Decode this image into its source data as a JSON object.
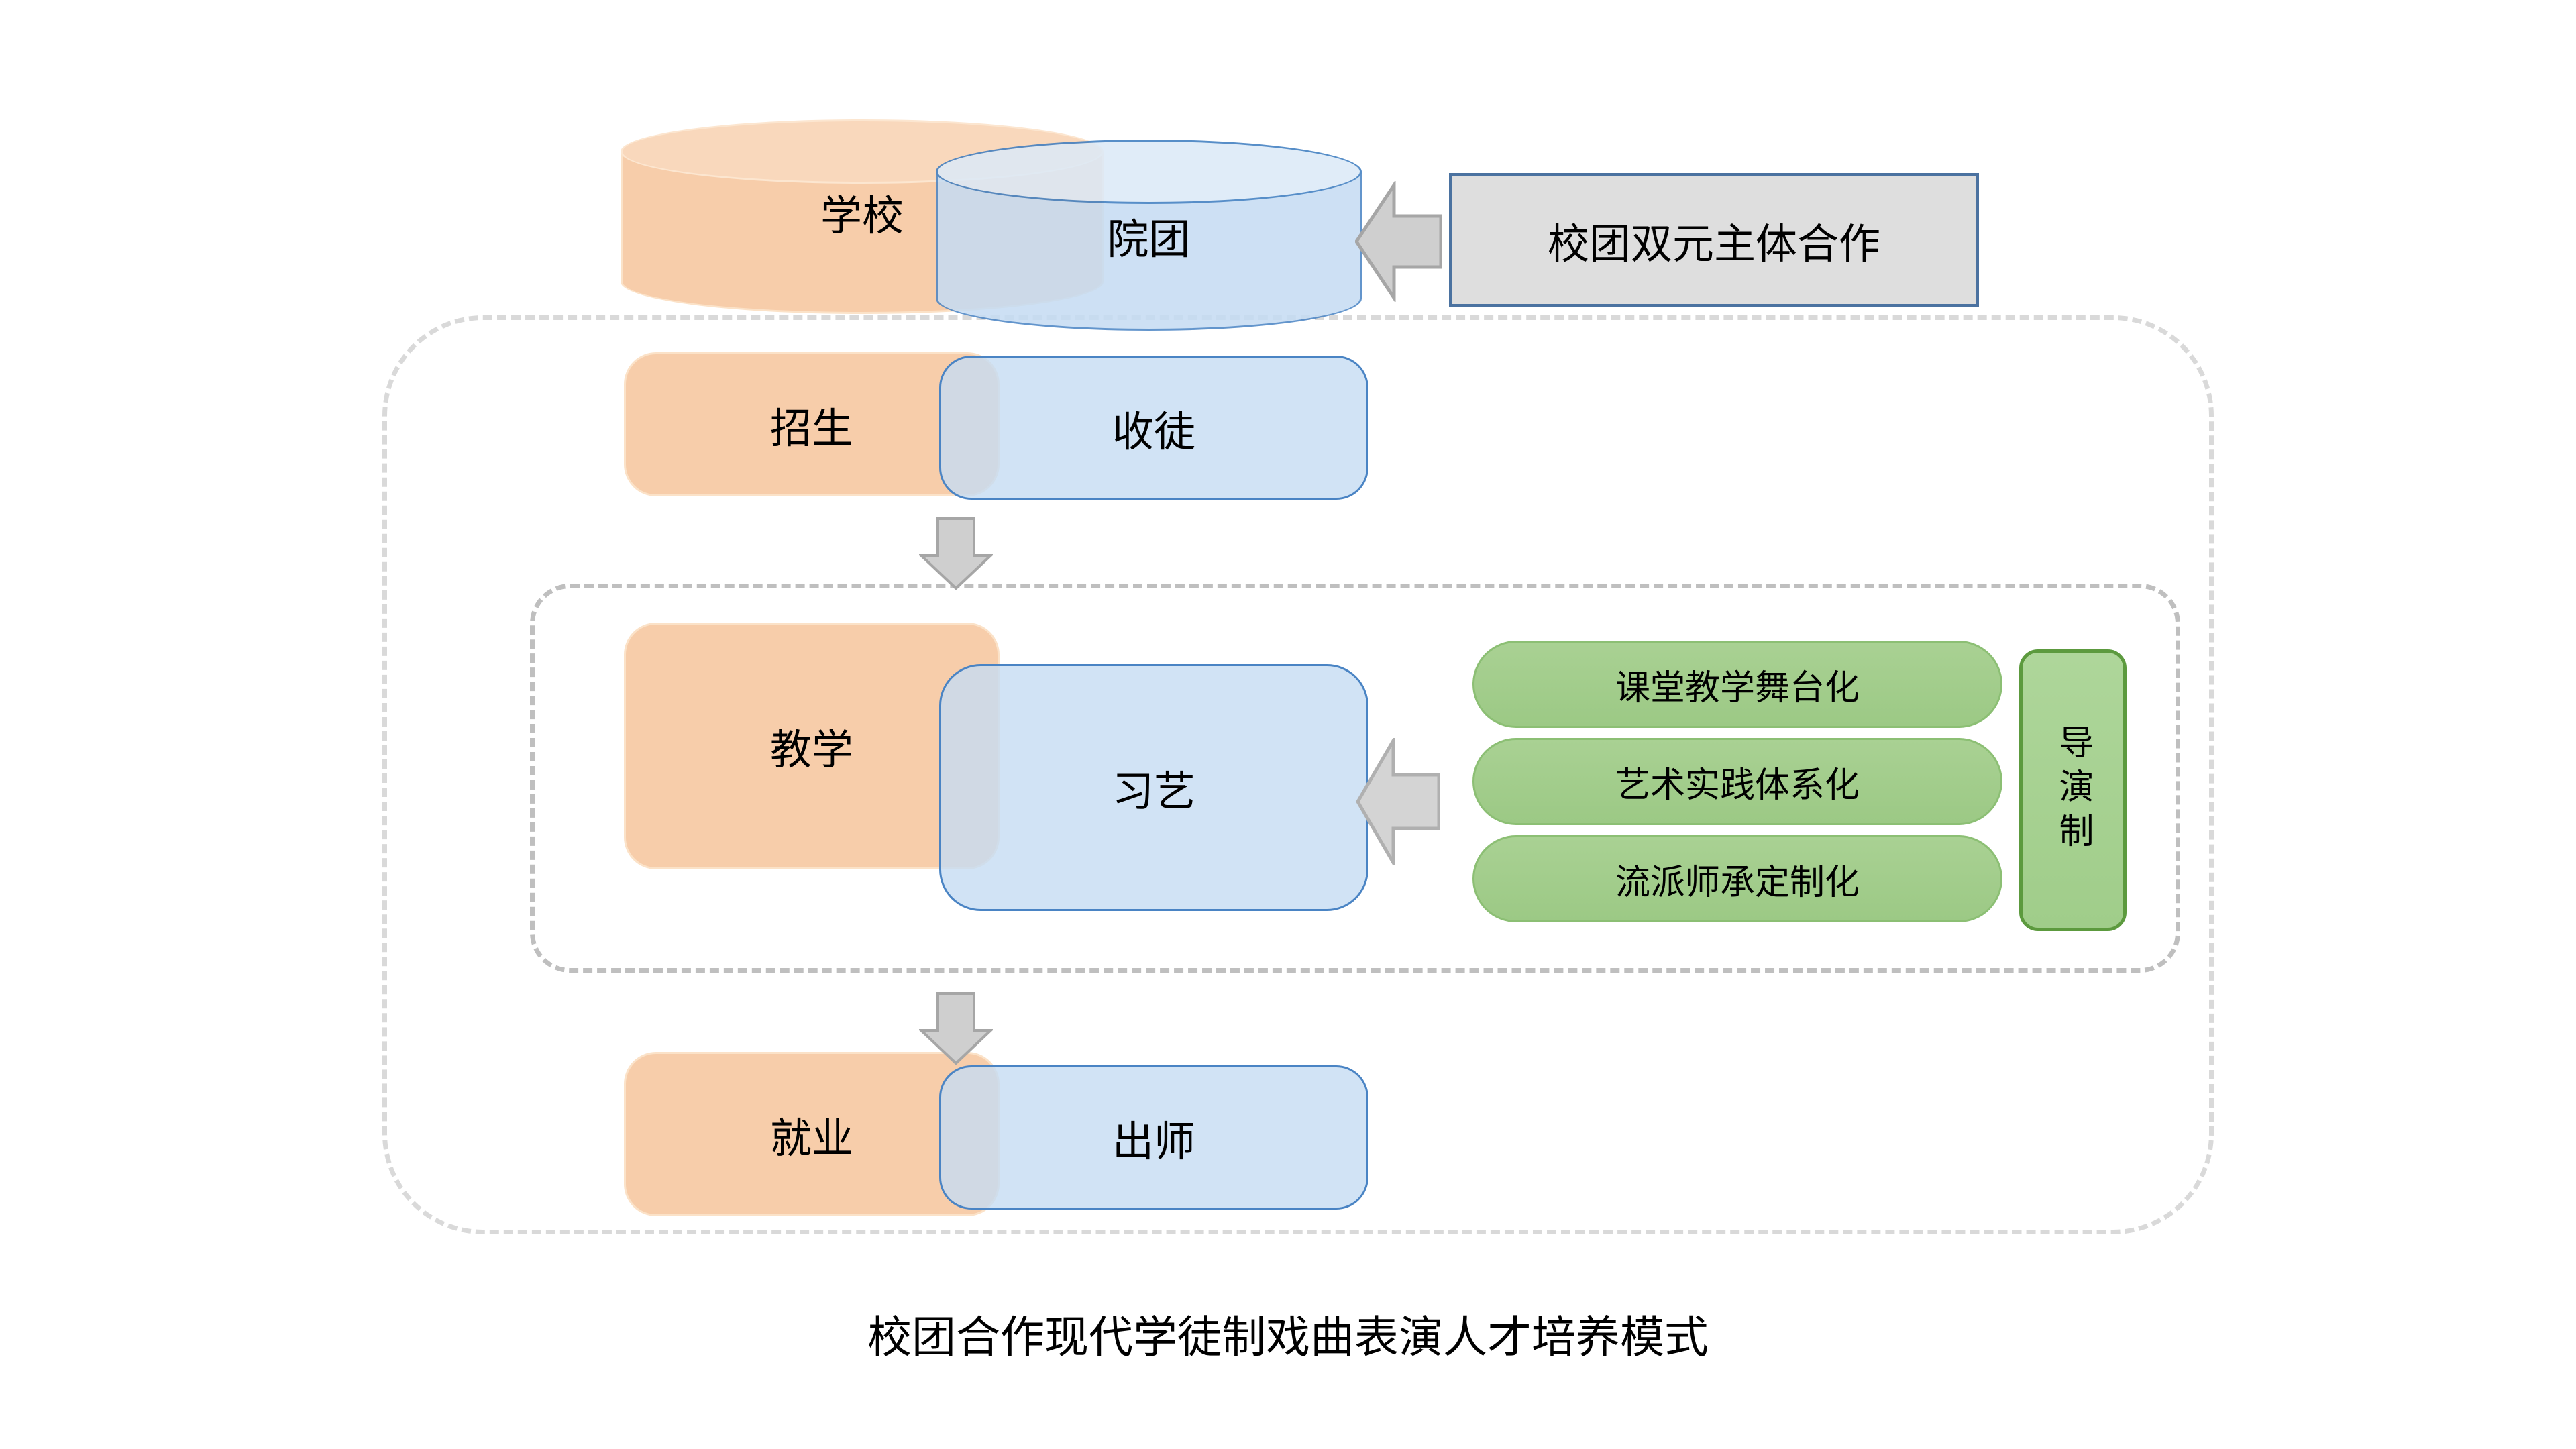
{
  "diagram": {
    "caption": "校团合作现代学徒制戏曲表演人才培养模式",
    "colors": {
      "orange_fill": "#F7CDAA",
      "orange_stroke": "#FBE2C8",
      "blue_fill": "#C5DCF3",
      "blue_stroke": "#4A84C4",
      "blue_top": "#DCEAF8",
      "overlap": "#C3D1E0",
      "green_fill": "#A3CC8C",
      "green_stroke": "#8CBF74",
      "green_box_stroke": "#5C9A3E",
      "callout_fill": "#DEDEDE",
      "callout_stroke": "#4B72A0",
      "arrow_fill": "#CFCFCF",
      "arrow_stroke": "#A6A6A6",
      "dashed_outer": "#D9D9D9",
      "dashed_inner": "#BFBFBF"
    },
    "top_row": {
      "school_label": "学校",
      "troupe_label": "院团",
      "callout_label": "校团双元主体合作"
    },
    "stages": [
      {
        "school_label": "招生",
        "troupe_label": "收徒"
      },
      {
        "school_label": "教学",
        "troupe_label": "习艺"
      },
      {
        "school_label": "就业",
        "troupe_label": "出师"
      }
    ],
    "methods": [
      "课堂教学舞台化",
      "艺术实践体系化",
      "流派师承定制化"
    ],
    "method_system_label": "导演制"
  }
}
